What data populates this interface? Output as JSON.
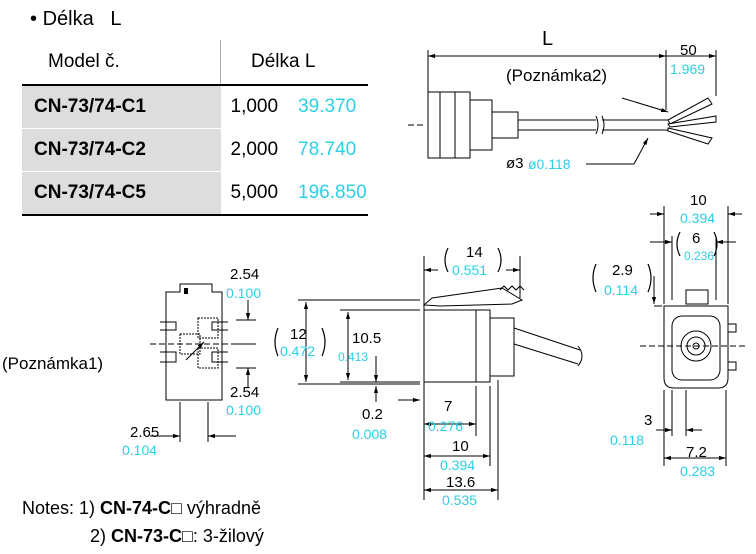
{
  "heading": {
    "bullet": "•",
    "title": "Délka   L"
  },
  "table": {
    "headers": [
      "Model č.",
      "Délka L"
    ],
    "rows": [
      {
        "model": "CN-73/74-C1",
        "mm": "1,000",
        "inch": "39.370"
      },
      {
        "model": "CN-73/74-C2",
        "mm": "2,000",
        "inch": "78.740"
      },
      {
        "model": "CN-73/74-C5",
        "mm": "5,000",
        "inch": "196.850"
      }
    ]
  },
  "top_drawing": {
    "length_label": "L",
    "dim_50": "50",
    "dim_50_in": "1.969",
    "note2": "(Poznámka2)",
    "dia": "ø3",
    "dia_in": "ø0.118"
  },
  "left_drawing": {
    "pitch_top": "2.54",
    "pitch_top_in": "0.100",
    "pitch_bot": "2.54",
    "pitch_bot_in": "0.100",
    "note1": "(Poznámka1)",
    "w": "2.65",
    "w_in": "0.104"
  },
  "mid_drawing": {
    "d14": "14",
    "d14_in": "0.551",
    "d12": "12",
    "d12_in": "0.472",
    "d105": "10.5",
    "d105_in": "0.413",
    "d02": "0.2",
    "d02_in": "0.008",
    "d7": "7",
    "d7_in": "0.276",
    "d10": "10",
    "d10_in": "0.394",
    "d136": "13.6",
    "d136_in": "0.535"
  },
  "right_drawing": {
    "d10": "10",
    "d10_in": "0.394",
    "d6": "6",
    "d6_in": "0.236",
    "d29": "2.9",
    "d29_in": "0.114",
    "d3": "3",
    "d3_in": "0.118",
    "d72": "7.2",
    "d72_in": "0.283"
  },
  "notes": {
    "prefix": "Notes: 1) ",
    "n1_bold": "CN-74-C□",
    "n1_rest": " výhradně",
    "n2_prefix": "2) ",
    "n2_bold": "CN-73-C□",
    "n2_rest": ": 3-žilový"
  }
}
